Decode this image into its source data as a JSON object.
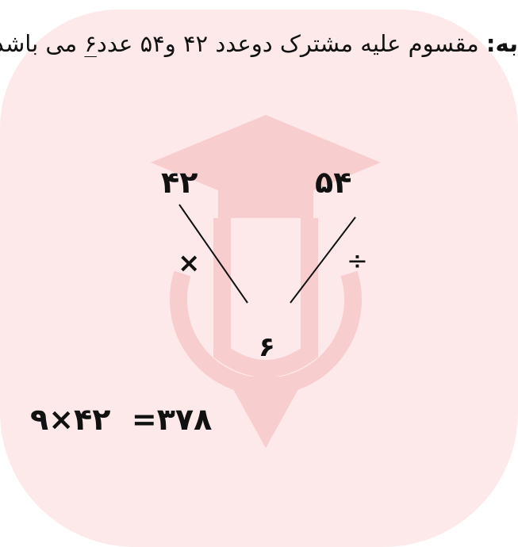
{
  "headline": {
    "lead": "به:",
    "before_blank": "مقسوم علیه مشترک دوعدد ۴۲ و۵۴ عدد",
    "blank": "۶",
    "after_blank": " می باشد"
  },
  "diagram": {
    "left_number": "۴۲",
    "right_number": "۵۴",
    "bottom_number": "۶",
    "left_operator": "×",
    "right_operator": "÷"
  },
  "equation": "۹×۴۲  =۳۷۸",
  "colors": {
    "background_blob": "#fde9e9",
    "watermark": "#f8cdcd",
    "text": "#111111"
  }
}
